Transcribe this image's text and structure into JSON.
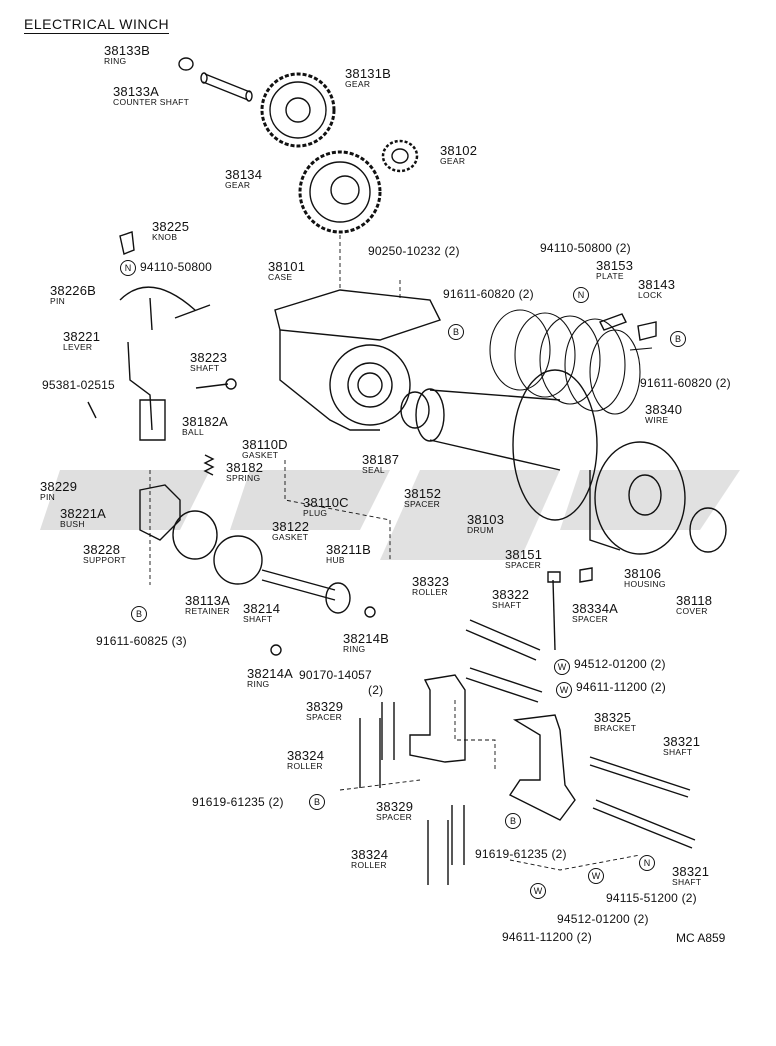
{
  "title": "ELECTRICAL WINCH",
  "diagram_code": "MC A859",
  "parts": [
    {
      "id": "p1",
      "num": "38133B",
      "name": "RING"
    },
    {
      "id": "p2",
      "num": "38133A",
      "name": "COUNTER SHAFT"
    },
    {
      "id": "p3",
      "num": "38131B",
      "name": "GEAR"
    },
    {
      "id": "p4",
      "num": "38102",
      "name": "GEAR"
    },
    {
      "id": "p5",
      "num": "38134",
      "name": "GEAR"
    },
    {
      "id": "p6",
      "num": "38225",
      "name": "KNOB"
    },
    {
      "id": "p7",
      "num": "38101",
      "name": "CASE"
    },
    {
      "id": "p8",
      "num": "38153",
      "name": "PLATE"
    },
    {
      "id": "p9",
      "num": "38143",
      "name": "LOCK"
    },
    {
      "id": "p10",
      "num": "38226B",
      "name": "PIN"
    },
    {
      "id": "p11",
      "num": "38221",
      "name": "LEVER"
    },
    {
      "id": "p12",
      "num": "38223",
      "name": "SHAFT"
    },
    {
      "id": "p13",
      "num": "38182A",
      "name": "BALL"
    },
    {
      "id": "p14",
      "num": "38110D",
      "name": "GASKET"
    },
    {
      "id": "p15",
      "num": "38182",
      "name": "SPRING"
    },
    {
      "id": "p16",
      "num": "38187",
      "name": "SEAL"
    },
    {
      "id": "p17",
      "num": "38340",
      "name": "WIRE"
    },
    {
      "id": "p18",
      "num": "38229",
      "name": "PIN"
    },
    {
      "id": "p19",
      "num": "38110C",
      "name": "PLUG"
    },
    {
      "id": "p20",
      "num": "38152",
      "name": "SPACER"
    },
    {
      "id": "p21",
      "num": "38221A",
      "name": "BUSH"
    },
    {
      "id": "p22",
      "num": "38122",
      "name": "GASKET"
    },
    {
      "id": "p23",
      "num": "38103",
      "name": "DRUM"
    },
    {
      "id": "p24",
      "num": "38228",
      "name": "SUPPORT"
    },
    {
      "id": "p25",
      "num": "38211B",
      "name": "HUB"
    },
    {
      "id": "p26",
      "num": "38151",
      "name": "SPACER"
    },
    {
      "id": "p27",
      "num": "38106",
      "name": "HOUSING"
    },
    {
      "id": "p28",
      "num": "38323",
      "name": "ROLLER"
    },
    {
      "id": "p29",
      "num": "38322",
      "name": "SHAFT"
    },
    {
      "id": "p30",
      "num": "38334A",
      "name": "SPACER"
    },
    {
      "id": "p31",
      "num": "38118",
      "name": "COVER"
    },
    {
      "id": "p32",
      "num": "38113A",
      "name": "RETAINER"
    },
    {
      "id": "p33",
      "num": "38214",
      "name": "SHAFT"
    },
    {
      "id": "p34",
      "num": "38214B",
      "name": "RING"
    },
    {
      "id": "p35",
      "num": "38214A",
      "name": "RING"
    },
    {
      "id": "p36",
      "num": "38329",
      "name": "SPACER"
    },
    {
      "id": "p37",
      "num": "38325",
      "name": "BRACKET"
    },
    {
      "id": "p38",
      "num": "38324",
      "name": "ROLLER"
    },
    {
      "id": "p39",
      "num": "38321",
      "name": "SHAFT"
    },
    {
      "id": "p40",
      "num": "38329",
      "name": "SPACER"
    },
    {
      "id": "p41",
      "num": "38324",
      "name": "ROLLER"
    },
    {
      "id": "p42",
      "num": "38321",
      "name": "SHAFT"
    }
  ],
  "refs": [
    {
      "id": "r1",
      "text": "94110-50800",
      "marker": "N"
    },
    {
      "id": "r2",
      "text": "90250-10232 (2)",
      "marker": ""
    },
    {
      "id": "r3",
      "text": "94110-50800 (2)",
      "marker": "N"
    },
    {
      "id": "r4",
      "text": "91611-60820 (2)",
      "marker": "B"
    },
    {
      "id": "r5",
      "text": "95381-02515",
      "marker": ""
    },
    {
      "id": "r6",
      "text": "91611-60820 (2)",
      "marker": "B"
    },
    {
      "id": "r7",
      "text": "91611-60825 (3)",
      "marker": "B"
    },
    {
      "id": "r8",
      "text": "90170-14057",
      "marker": ""
    },
    {
      "id": "r8b",
      "text": "(2)",
      "marker": ""
    },
    {
      "id": "r9",
      "text": "94512-01200 (2)",
      "marker": "W"
    },
    {
      "id": "r10",
      "text": "94611-11200 (2)",
      "marker": "W"
    },
    {
      "id": "r11",
      "text": "91619-61235 (2)",
      "marker": "B"
    },
    {
      "id": "r12",
      "text": "91619-61235 (2)",
      "marker": "B"
    },
    {
      "id": "r13",
      "text": "94115-51200 (2)",
      "marker": "N"
    },
    {
      "id": "r14",
      "text": "94512-01200 (2)",
      "marker": "W"
    },
    {
      "id": "r15",
      "text": "94611-11200 (2)",
      "marker": "W"
    }
  ]
}
